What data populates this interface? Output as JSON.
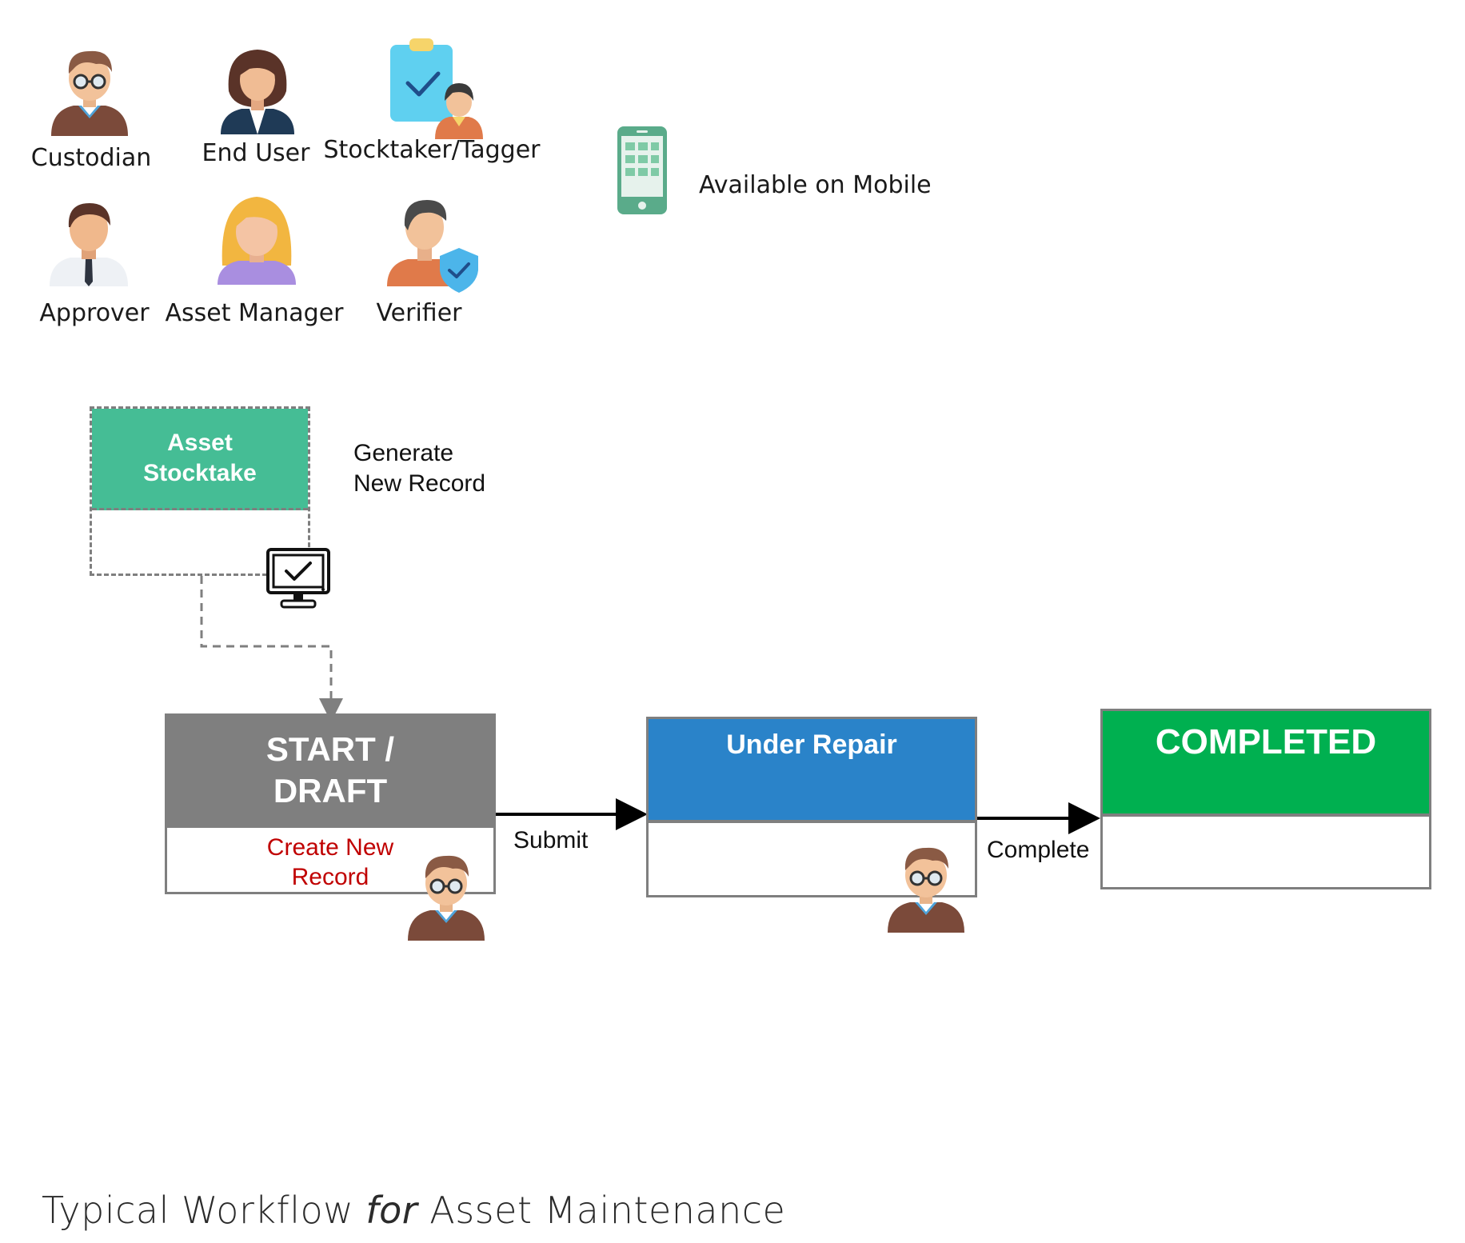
{
  "roles": [
    {
      "name": "Custodian",
      "icon": "custodian-icon"
    },
    {
      "name": "End User",
      "icon": "end-user-icon"
    },
    {
      "name": "Stocktaker/Tagger",
      "icon": "stocktaker-tagger-icon"
    },
    {
      "name": "Approver",
      "icon": "approver-icon"
    },
    {
      "name": "Asset Manager",
      "icon": "asset-manager-icon"
    },
    {
      "name": "Verifier",
      "icon": "verifier-icon"
    }
  ],
  "mobile": {
    "label": "Available on Mobile",
    "icon": "mobile-phone-icon"
  },
  "stocktake": {
    "title": "Asset\nStocktake",
    "note": "Generate\nNew Record",
    "icon": "computer-check-icon",
    "color": "#45bd95"
  },
  "states": [
    {
      "title": "START /\nDRAFT",
      "body": "Create New\nRecord",
      "color": "#7f7f7f",
      "actor_icon": "custodian-icon"
    },
    {
      "title": "Under Repair",
      "body": "",
      "color": "#2a83c9",
      "actor_icon": "custodian-icon"
    },
    {
      "title": "COMPLETED",
      "body": "",
      "color": "#00b050",
      "actor_icon": ""
    }
  ],
  "transitions": [
    {
      "label": "Submit"
    },
    {
      "label": "Complete"
    }
  ],
  "footer": {
    "title_pre": "Typical Workflow ",
    "title_em": "for",
    "title_post": " Asset Maintenance"
  }
}
